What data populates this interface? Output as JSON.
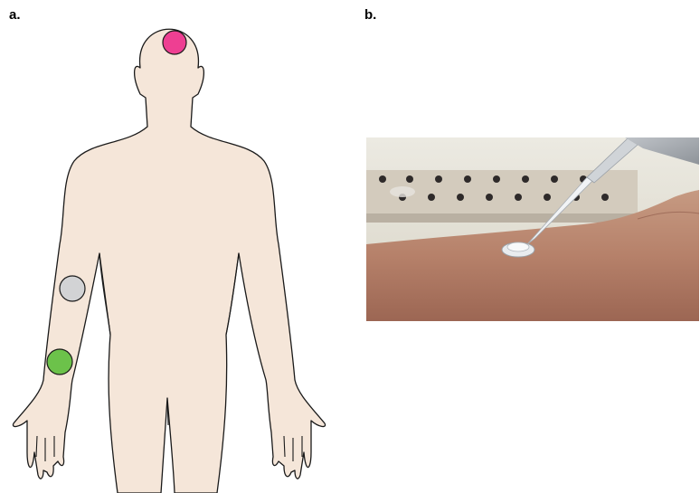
{
  "panels": {
    "a": {
      "label": "a."
    },
    "b": {
      "label": "b."
    }
  },
  "colors": {
    "body_fill": "#f5e6d9",
    "body_outline": "#1a1a1a",
    "site_forehead": "#ee3f92",
    "site_upper_forearm": "#d2d3d5",
    "site_lower_forearm": "#6cc24a"
  },
  "sites": [
    "forehead",
    "upper-forearm",
    "lower-forearm"
  ],
  "photo_icon": "photo-pipette-on-forearm"
}
